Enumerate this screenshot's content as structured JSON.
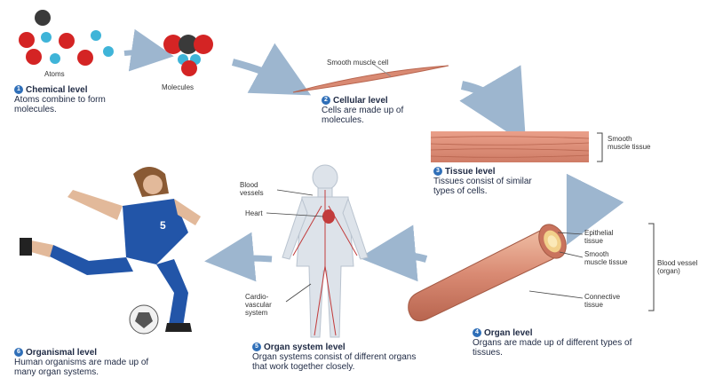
{
  "levels": [
    {
      "num": "1",
      "title": "Chemical level",
      "desc": "Atoms combine to form molecules."
    },
    {
      "num": "2",
      "title": "Cellular level",
      "desc": "Cells are made up of molecules."
    },
    {
      "num": "3",
      "title": "Tissue level",
      "desc": "Tissues consist of similar types of cells."
    },
    {
      "num": "4",
      "title": "Organ level",
      "desc": "Organs are made up of different types of tissues."
    },
    {
      "num": "5",
      "title": "Organ system level",
      "desc": "Organ systems consist of different organs that work together closely."
    },
    {
      "num": "6",
      "title": "Organismal level",
      "desc": "Human organisms are made up of many organ systems."
    }
  ],
  "labels": {
    "atoms": "Atoms",
    "molecules": "Molecules",
    "smooth_muscle_cell": "Smooth muscle cell",
    "smooth_muscle_tissue": "Smooth muscle tissue",
    "epithelial_tissue": "Epithelial tissue",
    "smooth_muscle_tissue_organ": "Smooth muscle tissue",
    "connective_tissue": "Connective tissue",
    "blood_vessel": "Blood vessel (organ)",
    "blood_vessels": "Blood vessels",
    "heart": "Heart",
    "cardiovascular_system": "Cardio- vascular system"
  },
  "colors": {
    "accent": "#2f6fb8",
    "arrow": "#9db6cf",
    "muscle": "#d98a73",
    "atom_red": "#d42424",
    "atom_cyan": "#3fb4d8",
    "atom_dark": "#3a3a3a",
    "jersey": "#2255a8"
  }
}
